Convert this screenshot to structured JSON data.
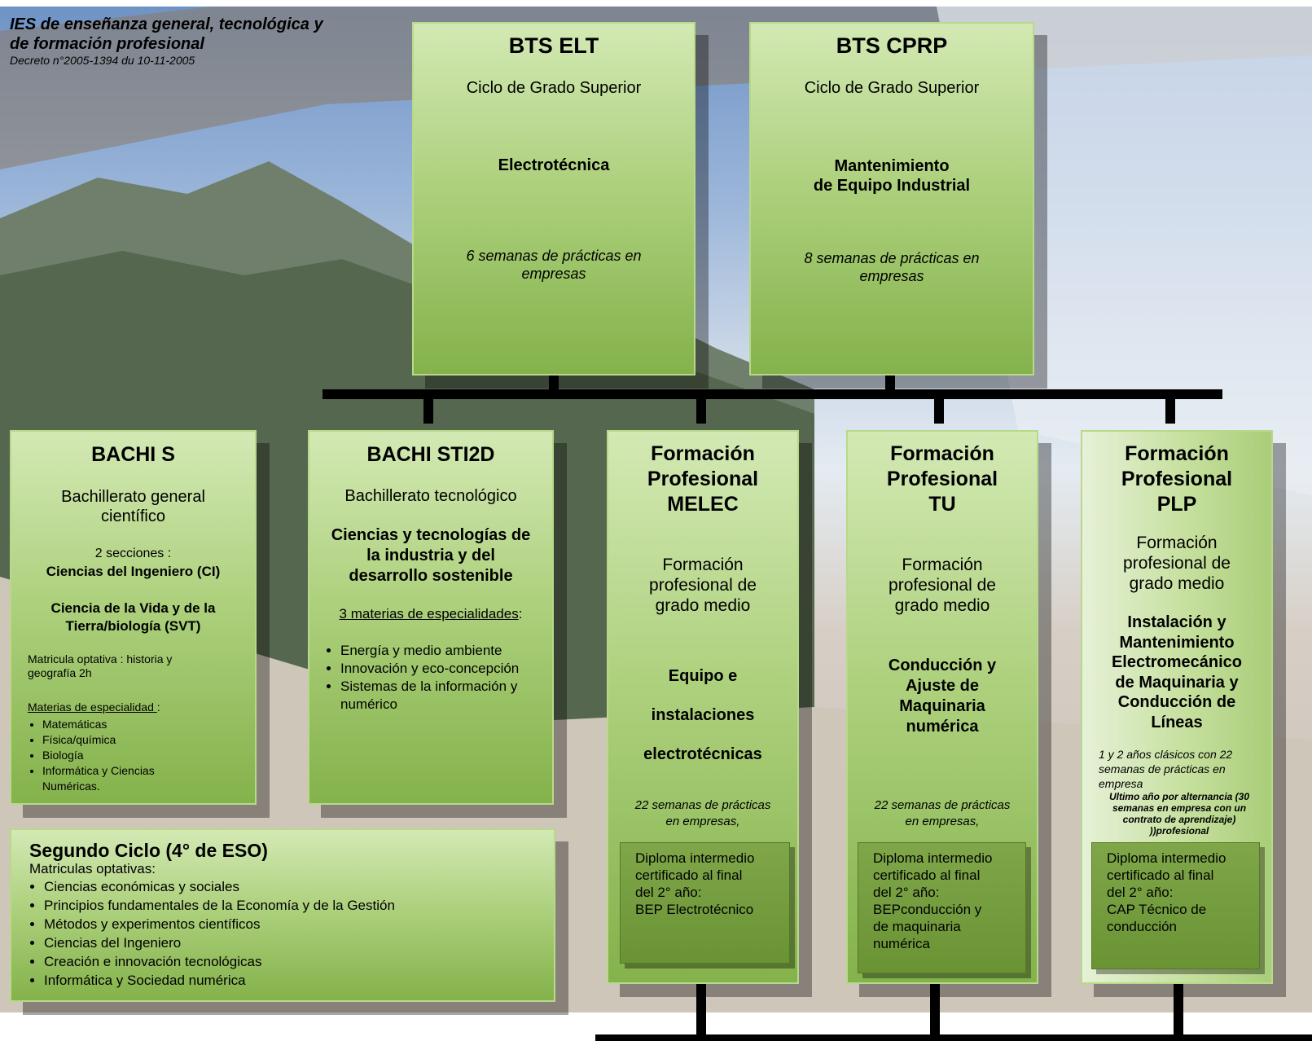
{
  "header": {
    "line1": "IES de enseñanza general,  tecnológica y",
    "line2": "de formación profesional",
    "decree": "Decreto n°2005-1394 du 10-11-2005"
  },
  "bts_elt": {
    "title": "BTS ELT",
    "subtitle": "Ciclo de Grado Superior",
    "specialty": "Electrotécnica",
    "internship_1": "6 semanas de prácticas en",
    "internship_2": "empresas"
  },
  "bts_cprp": {
    "title": "BTS CPRP",
    "subtitle": "Ciclo de Grado Superior",
    "specialty_1": "Mantenimiento",
    "specialty_2": "de Equipo Industrial",
    "internship_1": "8 semanas de prácticas en",
    "internship_2": "empresas"
  },
  "bachi_s": {
    "title": "BACHI S",
    "subtitle_1": "Bachillerato general",
    "subtitle_2": "científico",
    "sections_label": "2 secciones :",
    "section_1": "Ciencias del Ingeniero (CI)",
    "section_2a": "Ciencia de la Vida y de la",
    "section_2b": "Tierra/biología (SVT)",
    "optional_1": "Matricula optativa : historia y",
    "optional_2": "geografía 2h",
    "specialty_label": "Materias de especialidad ",
    "specialty_colon": ":",
    "specialties": [
      "Matemáticas",
      "Física/química",
      "Biología",
      "Informática y Ciencias Numéricas."
    ]
  },
  "bachi_sti2d": {
    "title": "BACHI STI2D",
    "subtitle": "Bachillerato  tecnológico",
    "track_1": "Ciencias y tecnologías de",
    "track_2": "la industria y del",
    "track_3": "desarrollo sostenible",
    "subjects_label": "3 materias de especialidades",
    "subjects_colon": ":",
    "subjects": [
      "Energía y medio ambiente",
      "Innovación y eco-concepción",
      "Sistemas de la información y numérico"
    ]
  },
  "fp_melec": {
    "title_1": "Formación",
    "title_2": "Profesional",
    "title_3": "MELEC",
    "level_1": "Formación",
    "level_2": "profesional de",
    "level_3": "grado medio",
    "specialty_1": "Equipo e",
    "specialty_2": "instalaciones",
    "specialty_3": "electrotécnicas",
    "internship_1": "22 semanas de prácticas",
    "internship_2": "en empresas,",
    "diploma": [
      "Diploma intermedio",
      "certificado al final",
      "del 2° año:",
      "BEP Electrotécnico"
    ]
  },
  "fp_tu": {
    "title_1": "Formación",
    "title_2": "Profesional",
    "title_3": "TU",
    "level_1": "Formación",
    "level_2": "profesional de",
    "level_3": "grado medio",
    "specialty_1": "Conducción y",
    "specialty_2": "Ajuste de",
    "specialty_3": "Maquinaria",
    "specialty_4": "numérica",
    "internship_1": "22 semanas de prácticas",
    "internship_2": "en empresas,",
    "diploma": [
      "Diploma intermedio",
      "certificado al final",
      "del 2° año:",
      "BEPconducción y",
      "de maquinaria",
      "numérica"
    ]
  },
  "fp_plp": {
    "title_1": "Formación",
    "title_2": "Profesional",
    "title_3": "PLP",
    "level_1": "Formación",
    "level_2": "profesional de",
    "level_3": "grado medio",
    "specialty": [
      "Instalación y",
      "Mantenimiento",
      "Electromecánico",
      "de Maquinaria y",
      "Conducción de",
      "Líneas"
    ],
    "internship": [
      "1 y 2 años clásicos con 22",
      "semanas de prácticas en",
      "empresa"
    ],
    "alternance": [
      "Ultimo año por alternancia (30",
      "semanas en empresa con un",
      "contrato de aprendizaje)",
      "))profesional"
    ],
    "diploma": [
      "Diploma intermedio",
      "certificado al final",
      "del 2° año:",
      "CAP Técnico de",
      "conducción"
    ]
  },
  "segundo_ciclo": {
    "title": "Segundo Ciclo (4° de ESO)",
    "subtitle": "Matriculas optativas:",
    "items": [
      "Ciencias económicas y sociales",
      "Principios fundamentales de la Economía y de la Gestión",
      "Métodos y experimentos científicos",
      "Ciencias del Ingeniero",
      "Creación e innovación tecnológicas",
      "Informática y Sociedad numérica"
    ]
  },
  "colors": {
    "box_top": "#d3e9b4",
    "box_mid": "#aed17e",
    "box_bottom": "#84b24b",
    "border": "#b8d98a",
    "diploma": "#6a9334",
    "line": "#000000"
  }
}
